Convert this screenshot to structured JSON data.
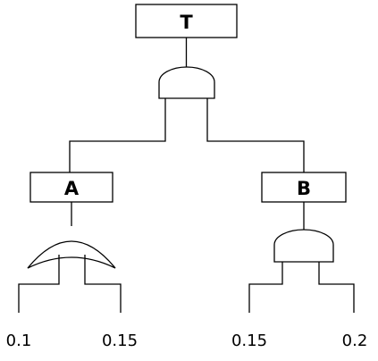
{
  "top_event": {
    "label": "T",
    "gate": "AND"
  },
  "intermediate_events": [
    {
      "label": "A",
      "gate": "OR"
    },
    {
      "label": "B",
      "gate": "AND"
    }
  ],
  "basic_events": [
    {
      "parent": "A",
      "probability": "0.1"
    },
    {
      "parent": "A",
      "probability": "0.15"
    },
    {
      "parent": "B",
      "probability": "0.15"
    },
    {
      "parent": "B",
      "probability": "0.2"
    }
  ]
}
